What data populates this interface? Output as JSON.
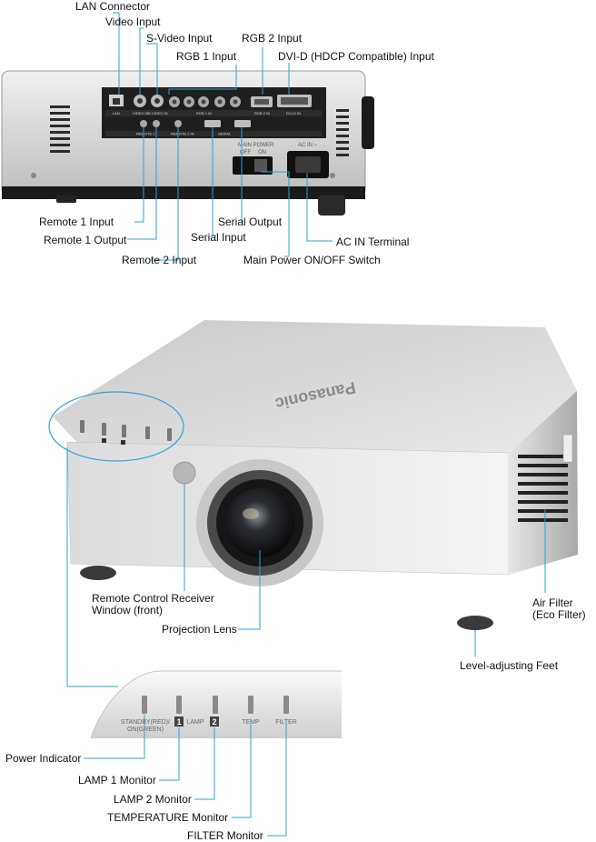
{
  "title": "Panasonic projector — rear terminals, front view and indicator panel",
  "accent_color": "#29a3d6",
  "rear_panel": {
    "callouts": [
      {
        "id": "lan",
        "label": "LAN Connector"
      },
      {
        "id": "video",
        "label": "Video Input"
      },
      {
        "id": "svideo",
        "label": "S-Video Input"
      },
      {
        "id": "rgb2",
        "label": "RGB 2 Input"
      },
      {
        "id": "rgb1",
        "label": "RGB 1 Input"
      },
      {
        "id": "dvid",
        "label": "DVI-D (HDCP Compatible) Input"
      },
      {
        "id": "remote1in",
        "label": "Remote 1 Input"
      },
      {
        "id": "remote1out",
        "label": "Remote 1 Output"
      },
      {
        "id": "serialout",
        "label": "Serial Output"
      },
      {
        "id": "serialin",
        "label": "Serial Input"
      },
      {
        "id": "acin",
        "label": "AC IN Terminal"
      },
      {
        "id": "remote2in",
        "label": "Remote 2 Input"
      },
      {
        "id": "mainpower",
        "label": "Main Power ON/OFF Switch"
      }
    ],
    "panel_text": {
      "lan": "LAN",
      "video": "VIDEO IN",
      "svideo": "S-VIDEO IN",
      "rgb1": "RGB 1 IN",
      "rgb2": "RGB 2 IN",
      "dvi": "DVI-D IN",
      "remote1": "REMOTE 1",
      "remote2": "REMOTE 2 IN",
      "serial": "SERIAL",
      "main_power": "MAIN POWER",
      "off": "OFF",
      "on": "ON",
      "ac_in": "AC IN ~"
    }
  },
  "front_view": {
    "brand": "Panasonic",
    "callouts": [
      {
        "id": "remote_window",
        "label": "Remote Control Receiver Window (front)"
      },
      {
        "id": "lens",
        "label": "Projection Lens"
      },
      {
        "id": "air_filter",
        "label": "Air Filter (Eco Filter)"
      },
      {
        "id": "feet",
        "label": "Level-adjusting Feet"
      }
    ]
  },
  "indicator_panel": {
    "printed": {
      "standby": "STANDBY(RED)/ ON(GREEN)",
      "lamp": "LAMP",
      "lamp1": "1",
      "lamp2": "2",
      "temp": "TEMP",
      "filter": "FILTER"
    },
    "callouts": [
      {
        "id": "power",
        "label": "Power Indicator"
      },
      {
        "id": "lamp1",
        "label": "LAMP 1 Monitor"
      },
      {
        "id": "lamp2",
        "label": "LAMP 2 Monitor"
      },
      {
        "id": "temperature",
        "label": "TEMPERATURE Monitor"
      },
      {
        "id": "filter",
        "label": "FILTER Monitor"
      }
    ]
  }
}
